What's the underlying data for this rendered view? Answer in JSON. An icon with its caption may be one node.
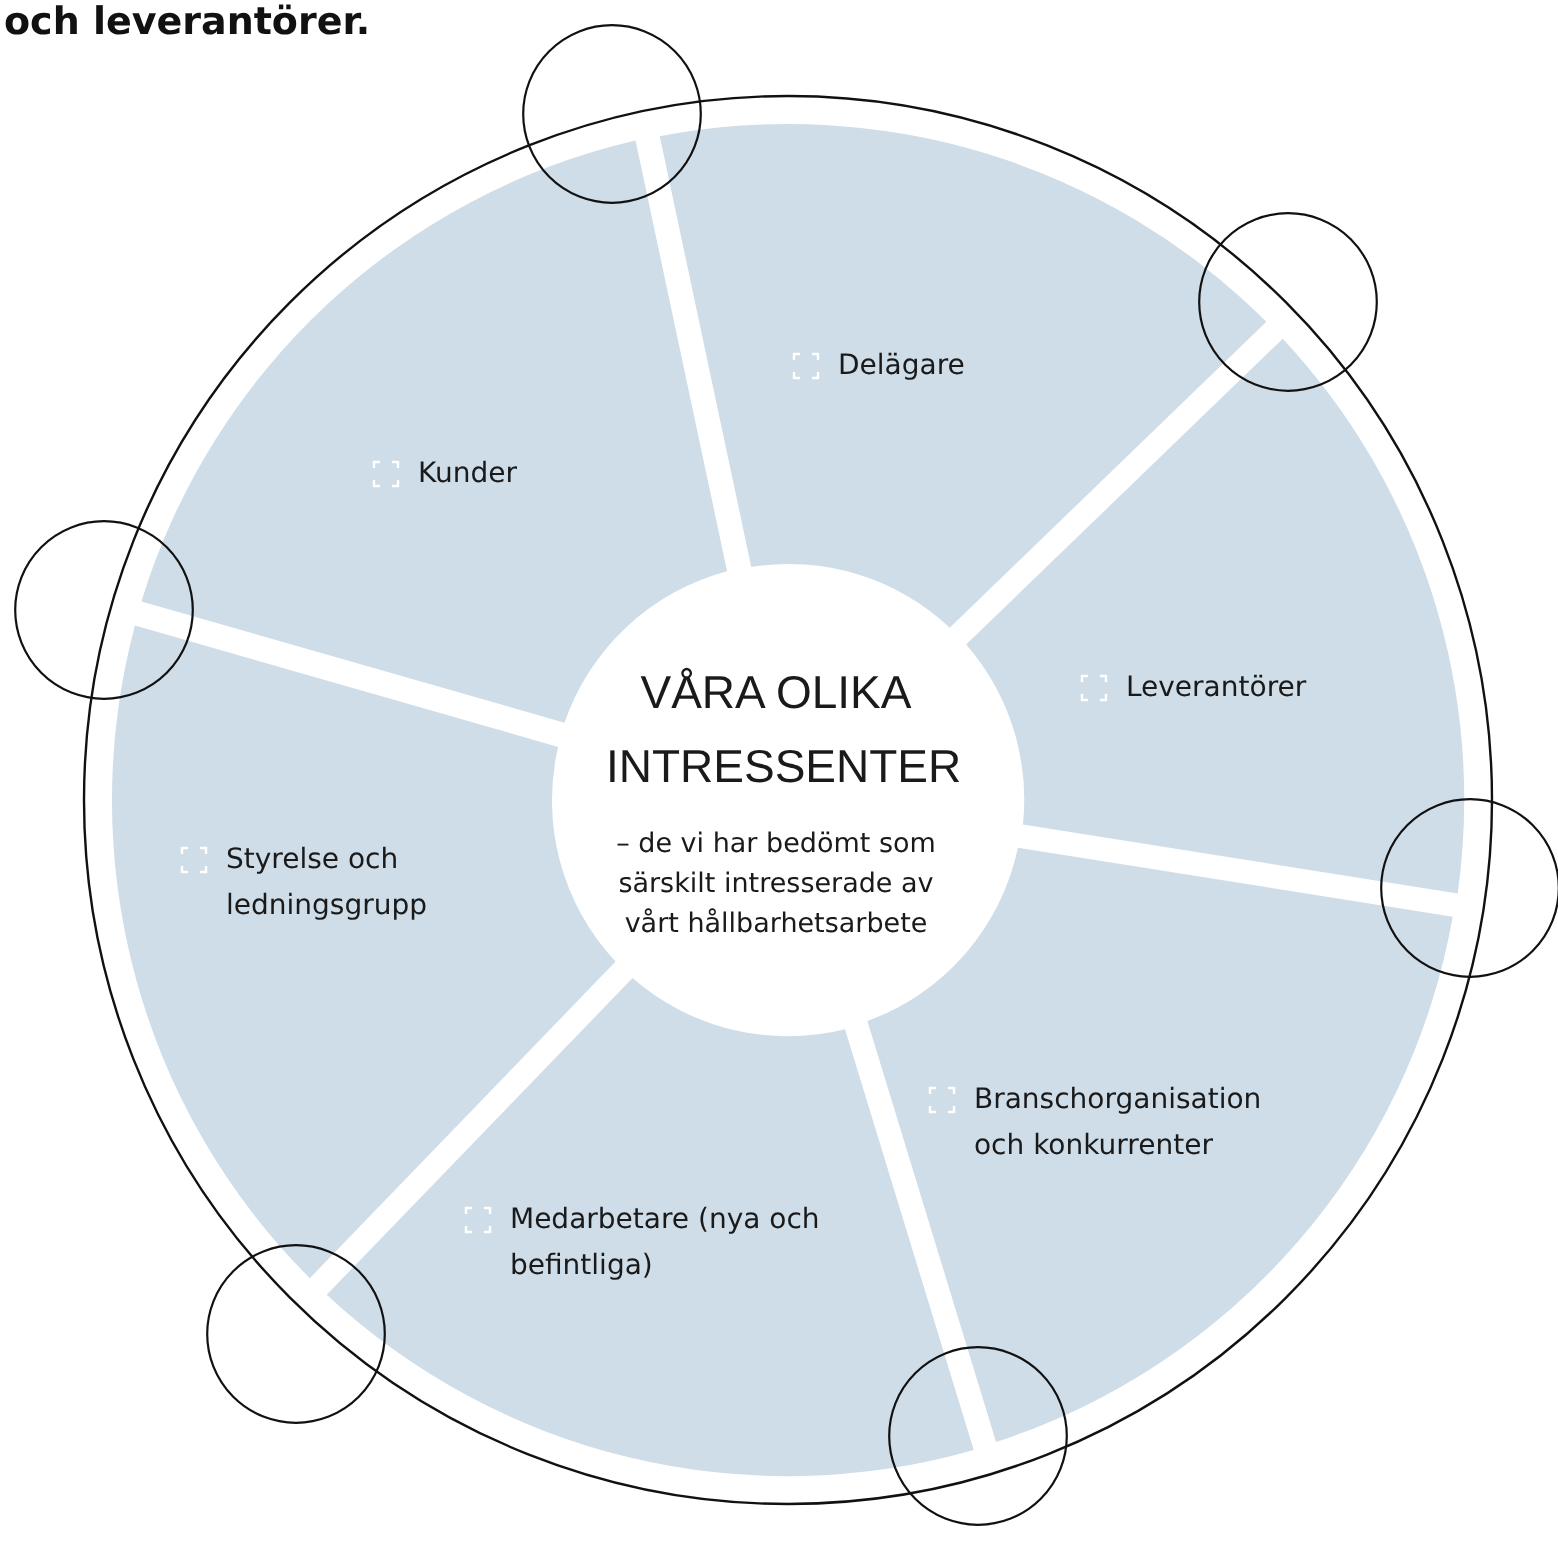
{
  "diagram": {
    "nodes": [
      {
        "text": [
          "VÅRA OLIKA INTRESSENTER",
          "– de vi har bedömt som särskilt intresserade av vårt hållbarhetsarbete"
        ]
      },
      {
        "text": [
          "Delägare"
        ]
      },
      {
        "text": [
          "Leverantörer"
        ]
      },
      {
        "text": [
          "Branschorganisation och konkurrenter"
        ]
      },
      {
        "text": [
          "Medarbetare (nya och befintliga)"
        ]
      },
      {
        "text": [
          "Styrelse och ledningsgrupp"
        ]
      },
      {
        "text": [
          "Kunder"
        ]
      },
      {
        "text": [],
        "shape": "circle"
      },
      {
        "text": [],
        "shape": "circle"
      },
      {
        "text": [],
        "shape": "circle"
      },
      {
        "text": [],
        "shape": "circle"
      },
      {
        "text": [],
        "shape": "circle"
      },
      {
        "text": [],
        "shape": "circle"
      }
    ],
    "labels": [
      "och leverantörer."
    ]
  }
}
